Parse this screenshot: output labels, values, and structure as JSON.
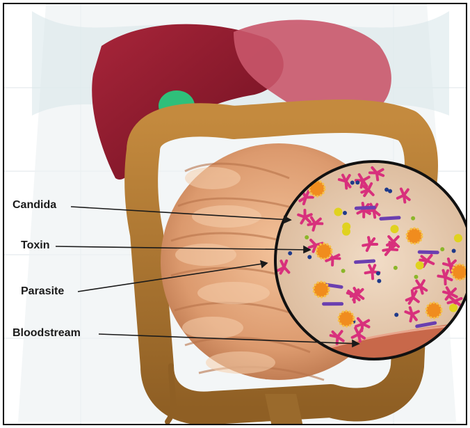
{
  "labels": {
    "candida": "Candida",
    "toxin": "Toxin",
    "parasite": "Parasite",
    "bloodstream": "Bloodstream"
  },
  "colors": {
    "liver": "#8e1a2c",
    "stomach": "#c9576a",
    "gallbladder": "#2fbf7a",
    "colon": "#b27c33",
    "small_intestine": "#e2a57a",
    "candida": "#d8307c",
    "toxin": "#f08c1e",
    "parasite": "#6a3fb0",
    "bloodstream": "#c8684a"
  }
}
